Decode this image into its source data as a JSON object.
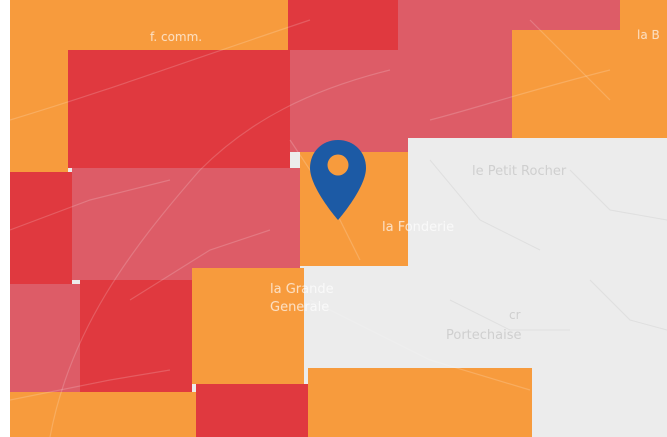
{
  "colors": {
    "very_high": "#e0393f",
    "high": "#dd5c67",
    "medium": "#f79b3d",
    "low": "#ececec",
    "marker": "#1c5aa5"
  },
  "map": {
    "marker_icon": "map-pin-icon",
    "labels": {
      "f_comm": "f. comm.",
      "la_b": "la B",
      "le_petit_rocher": "le Petit Rocher",
      "la_fonderie": "la Fonderie",
      "la_grande_generale_1": "la Grande",
      "la_grande_generale_2": "Generale",
      "portechaise": "Portechaise",
      "cr": "cr"
    }
  }
}
